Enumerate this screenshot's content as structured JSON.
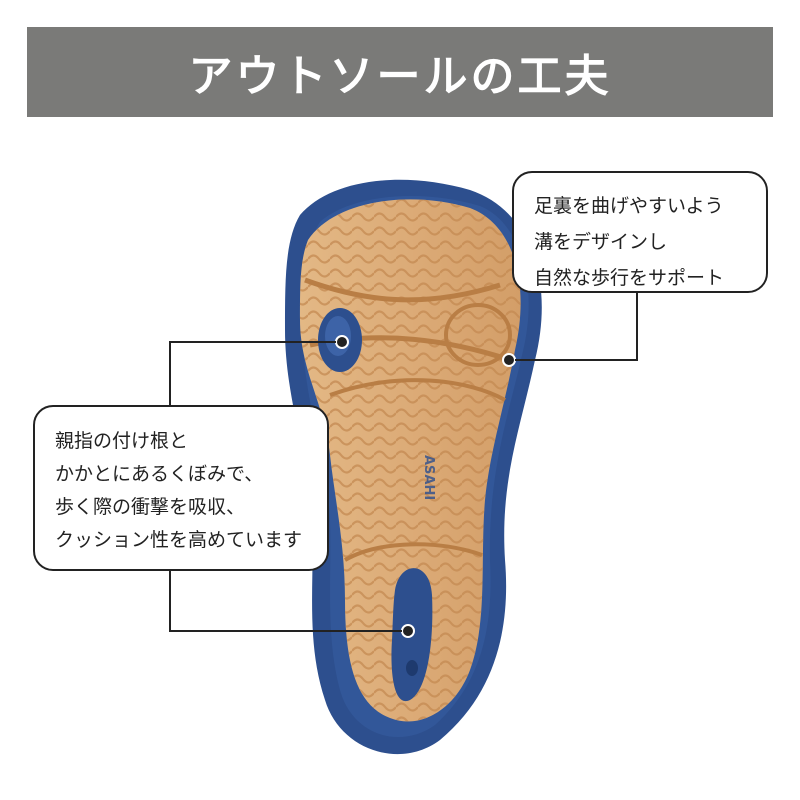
{
  "header": {
    "title": "アウトソールの工夫"
  },
  "callouts": {
    "groove": {
      "lines": [
        "足裏を曲げやすいよう",
        "溝をデザインし",
        "自然な歩行をサポート"
      ]
    },
    "cushion": {
      "lines": [
        "親指の付け根と",
        "かかとにあるくぼみで、",
        "歩く際の衝撃を吸収、",
        "クッション性を高めています"
      ]
    }
  },
  "product": {
    "brand_mark": "ASAHI"
  },
  "colors": {
    "title_bg": "#7a7a78",
    "sole_outer": "#2d4f8e",
    "sole_tread": "#d9a773",
    "line": "#222222"
  }
}
